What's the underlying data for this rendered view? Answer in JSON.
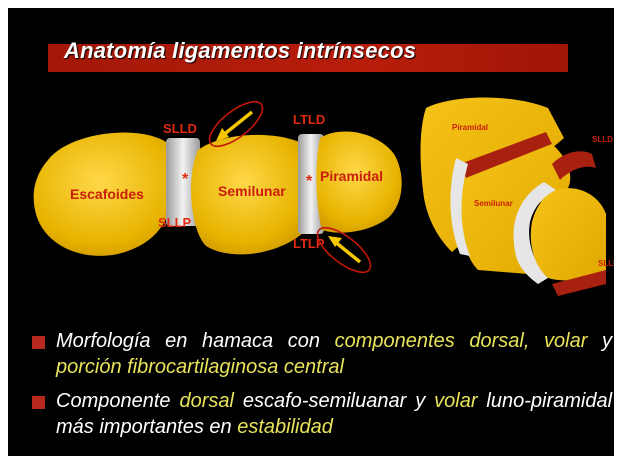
{
  "slide": {
    "title": "Anatomía ligamentos intrínsecos",
    "left_diagram": {
      "labels": {
        "slld": "SLLD",
        "sllp": "SLLP",
        "ltld": "LTLD",
        "ltlp": "LTLP",
        "escafoides": "Escafoides",
        "semilunar": "Semilunar",
        "piramidal": "Piramidal",
        "star": "*"
      }
    },
    "right_diagram": {
      "labels": {
        "piramidal": "Piramidal",
        "semilunar": "Semilunar",
        "slld": "SLLD",
        "sllp": "SLLP"
      }
    },
    "bullets": [
      {
        "t1": "Morfología en hamaca con ",
        "h1": "componentes dorsal, volar",
        "t2": " y ",
        "h2": "porción fibrocartilaginosa central",
        "t3": ""
      },
      {
        "t1": "Componente ",
        "h1": "dorsal",
        "t2": " escafo-semiluanar y ",
        "h2": "volar",
        "t3": " luno-piramidal más importantes en ",
        "h3": "estabilidad"
      }
    ],
    "colors": {
      "background": "#000000",
      "title_bar": "#b81d0b",
      "bone_yellow": "#e8b400",
      "label_red": "#e02a10",
      "highlight": "#e8e35a",
      "arrow": "#f5c800"
    }
  }
}
